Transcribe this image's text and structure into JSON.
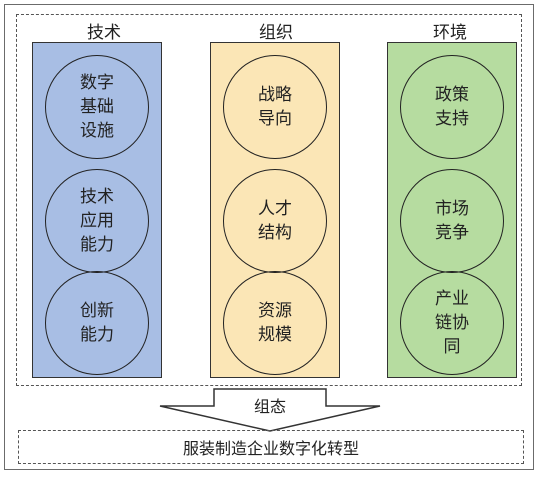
{
  "columns": [
    {
      "title": "技术",
      "color": "#a8bee4",
      "items": [
        [
          "数字",
          "基础",
          "设施"
        ],
        [
          "技术",
          "应用",
          "能力"
        ],
        [
          "创新",
          "能力"
        ]
      ]
    },
    {
      "title": "组织",
      "color": "#fbe6b6",
      "items": [
        [
          "战略",
          "导向"
        ],
        [
          "人才",
          "结构"
        ],
        [
          "资源",
          "规模"
        ]
      ]
    },
    {
      "title": "环境",
      "color": "#b6dca0",
      "items": [
        [
          "政策",
          "支持"
        ],
        [
          "市场",
          "竞争"
        ],
        [
          "产业",
          "链协",
          "同"
        ]
      ]
    }
  ],
  "arrow_label": "组态",
  "outcome": "服装制造企业数字化转型"
}
